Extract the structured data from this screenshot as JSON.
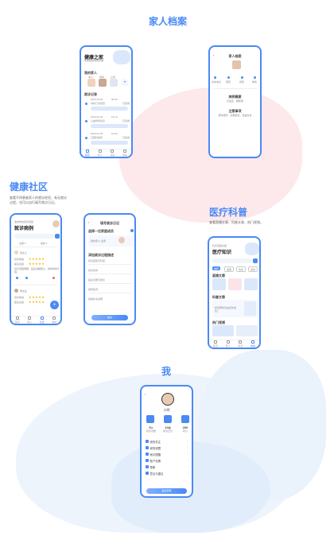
{
  "sections": {
    "family": {
      "title": "家人档案"
    },
    "community": {
      "title": "健康社区",
      "desc_line1": "查看不同患者家人的就诊经验，有无就诊",
      "desc_line2": "过程，也可以自行填写就诊日记。"
    },
    "science": {
      "title": "医疗科普",
      "desc": "查看直播文章、科普文章、热门视频。"
    },
    "me": {
      "title": "我"
    }
  },
  "phone1": {
    "title": "健康之家",
    "subtitle": "家庭健康档案管理",
    "members_label": "我的家人",
    "members": [
      "本人",
      "母亲",
      "父亲",
      "+"
    ],
    "records_label": "就诊记录",
    "records": [
      {
        "date": "2023-03-04",
        "time": "09:30",
        "line": "内科门诊复查",
        "status": "已完成"
      },
      {
        "date": "2023-02-18",
        "time": "14:10",
        "line": "心血管科初诊",
        "status": "已完成"
      },
      {
        "date": "2023-01-25",
        "time": "10:00",
        "line": "口腔科检查",
        "status": "已完成"
      }
    ],
    "tabs": [
      "首页",
      "家人",
      "社区",
      "我的"
    ]
  },
  "phone2": {
    "back": "‹",
    "title": "家人档案",
    "icons": [
      "基本信息",
      "病历",
      "用药",
      "体检"
    ],
    "section1": "病例概要",
    "section1_text": "高血压、糖尿病",
    "section2": "注意事项",
    "section2_text": "按时服药，定期复查，低盐饮食"
  },
  "phone3": {
    "subtitle": "发布你的就诊经验",
    "title": "就诊病例",
    "filter1": "全部 ▾",
    "filter2": "最新 ▾",
    "posts": [
      {
        "name": "张女士",
        "tag1": "就诊体验",
        "tag2": "医生态度",
        "text": "就诊流程顺畅，医生讲解耐心，整体体验不错。"
      },
      {
        "name": "李先生",
        "tag1": "就诊体验",
        "tag2": "医生态度",
        "text": ""
      }
    ],
    "fab": "+",
    "tabs": [
      "首页",
      "家人",
      "社区",
      "我的"
    ]
  },
  "phone4": {
    "back": "‹",
    "title": "填写就诊日记",
    "sub": "选择一位家庭成员",
    "chip": "我的家人·患者",
    "q_title": "添加就诊过程描述",
    "fields": [
      "就诊医院与科室",
      "就诊时间",
      "医生诊断与建议",
      "用药情况",
      "其他补充说明"
    ],
    "submit": "提交"
  },
  "phone5": {
    "subtitle": "科普直播文章",
    "title": "医疗知识",
    "categories": [
      "推荐",
      "慢病",
      "饮食",
      "运动"
    ],
    "live_label": "直播文章",
    "article_label": "科普文章",
    "article_text": "如何预防高血压的发生？",
    "video_label": "热门视频",
    "tabs": [
      "首页",
      "家人",
      "科普",
      "我的"
    ]
  },
  "phone6": {
    "back": "‹",
    "name": "小明",
    "stats": [
      {
        "value": "5",
        "unit": "次",
        "label": "就诊次数"
      },
      {
        "value": "10",
        "unit": "篇",
        "label": "就诊日记"
      },
      {
        "value": "200",
        "unit": "",
        "label": "积分"
      }
    ],
    "menu": [
      "我的关注",
      "我的收藏",
      "就诊提醒",
      "账户设置",
      "帮助",
      "意见与建议"
    ],
    "logout": "退出登录"
  },
  "colors": {
    "accent": "#4a8af4",
    "pink_bg": "#fde8ec",
    "blue_bg": "#eaf2fc"
  }
}
